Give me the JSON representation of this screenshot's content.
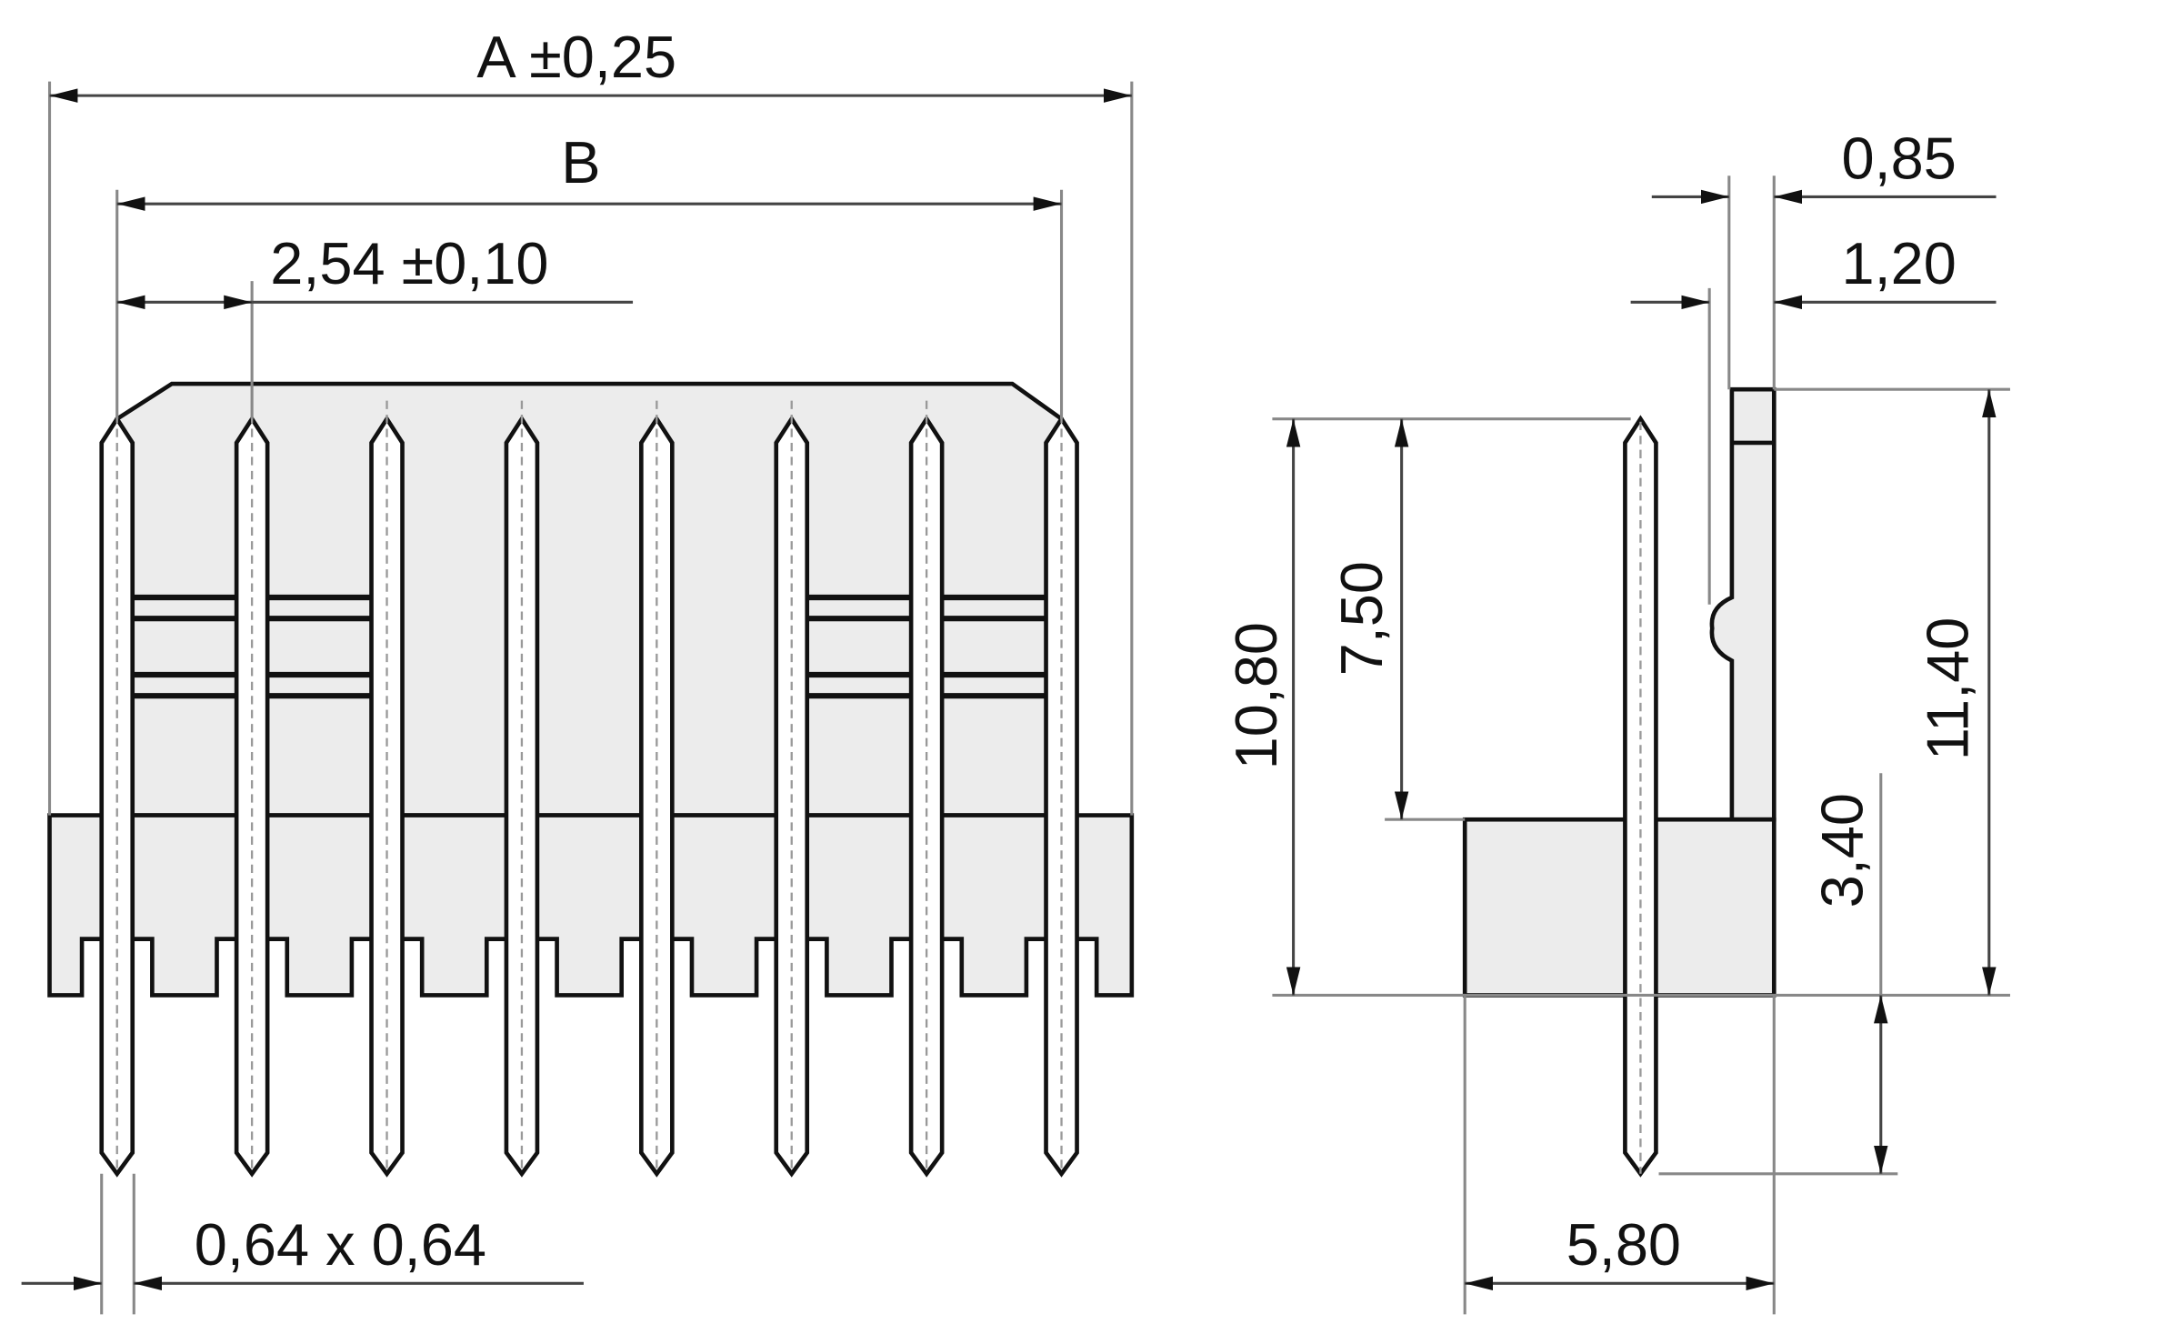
{
  "front_view": {
    "dim_overall": "A ±0,25",
    "dim_pin_span": "B",
    "dim_pitch": "2,54 ±0,10",
    "dim_pin_section": "0,64 x 0,64",
    "pin_count": 8
  },
  "side_view": {
    "dim_top_offset": "0,85",
    "dim_top_width": "1,20",
    "dim_pin_height": "10,80",
    "dim_pin_above_body": "7,50",
    "dim_total_height": "11,40",
    "dim_pin_below": "3,40",
    "dim_body_depth": "5,80"
  },
  "colors": {
    "body_fill": "#ececec",
    "line": "#111111"
  }
}
